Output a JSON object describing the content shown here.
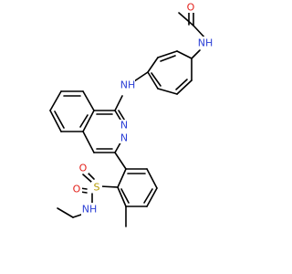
{
  "molecule": {
    "colors": {
      "carbon_bond": "#000000",
      "nitrogen": "#2b3fd6",
      "oxygen": "#e3211b",
      "sulfur": "#b59a00"
    },
    "atom_labels": {
      "amide_O": "O",
      "amide_NH": "NH",
      "amine_NH": "NH",
      "ring_N1": "N",
      "ring_N2": "N",
      "sulfonyl_O1": "O",
      "sulfonyl_O2": "O",
      "sulfur": "S",
      "sulfonamide_NH": "NH"
    }
  }
}
